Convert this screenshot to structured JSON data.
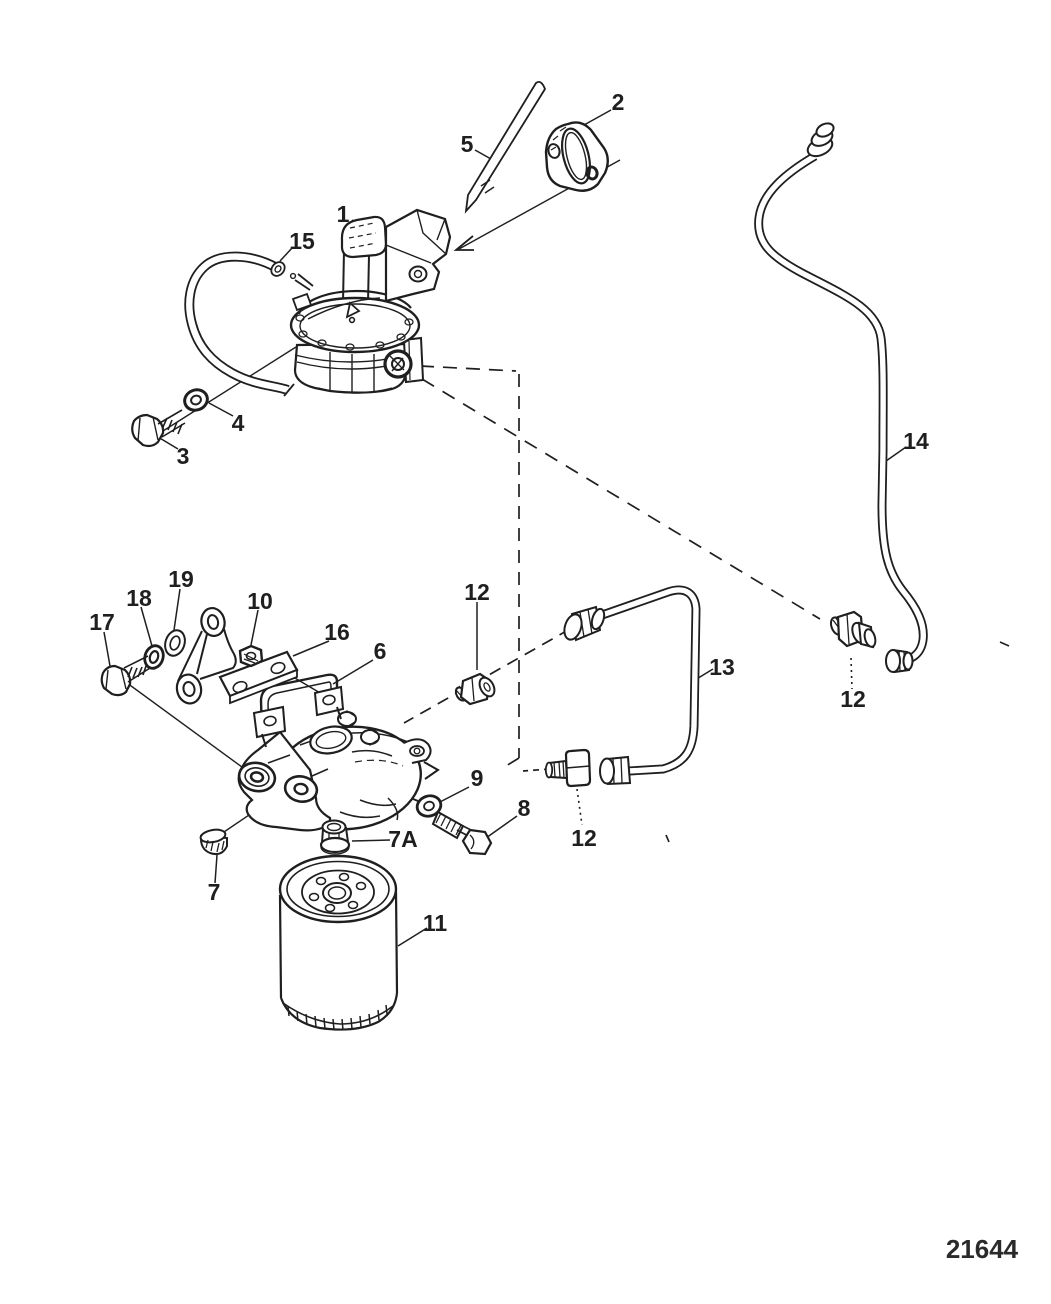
{
  "figure": {
    "drawing_number": "21644"
  },
  "colors": {
    "ink": "#1f1f1f",
    "paper": "#ffffff"
  },
  "callouts": [
    {
      "label": "1"
    },
    {
      "label": "2"
    },
    {
      "label": "5"
    },
    {
      "label": "15"
    },
    {
      "label": "3"
    },
    {
      "label": "4"
    },
    {
      "label": "14"
    },
    {
      "label": "17"
    },
    {
      "label": "18"
    },
    {
      "label": "19"
    },
    {
      "label": "10"
    },
    {
      "label": "16"
    },
    {
      "label": "6"
    },
    {
      "label": "12"
    },
    {
      "label": "13"
    },
    {
      "label": "12"
    },
    {
      "label": "9"
    },
    {
      "label": "8"
    },
    {
      "label": "7A"
    },
    {
      "label": "12"
    },
    {
      "label": "7"
    },
    {
      "label": "11"
    }
  ]
}
